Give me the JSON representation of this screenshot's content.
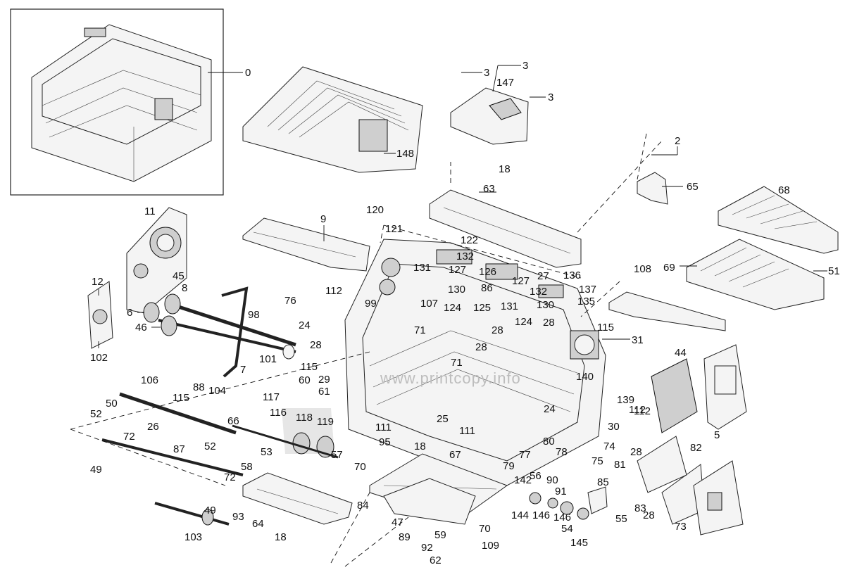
{
  "watermark": "www.printcopy.info",
  "labels": [
    "0",
    "3",
    "3",
    "3",
    "147",
    "148",
    "2",
    "65",
    "18",
    "63",
    "68",
    "69",
    "51",
    "11",
    "12",
    "45",
    "8",
    "6",
    "46",
    "102",
    "98",
    "9",
    "120",
    "121",
    "122",
    "131",
    "132",
    "127",
    "126",
    "27",
    "136",
    "127",
    "137",
    "132",
    "86",
    "130",
    "124",
    "125",
    "107",
    "135",
    "130",
    "131",
    "124",
    "28",
    "28",
    "71",
    "71",
    "28",
    "115",
    "31",
    "108",
    "44",
    "140",
    "139",
    "112",
    "24",
    "30",
    "112",
    "76",
    "99",
    "112",
    "24",
    "28",
    "101",
    "7",
    "115",
    "29",
    "60",
    "61",
    "106",
    "115",
    "88",
    "104",
    "117",
    "116",
    "118",
    "119",
    "57",
    "50",
    "52",
    "26",
    "66",
    "72",
    "53",
    "52",
    "72",
    "49",
    "87",
    "58",
    "49",
    "103",
    "93",
    "18",
    "64",
    "84",
    "70",
    "111",
    "95",
    "18",
    "111",
    "25",
    "67",
    "47",
    "59",
    "89",
    "92",
    "62",
    "109",
    "70",
    "142",
    "144",
    "146",
    "56",
    "90",
    "91",
    "146",
    "54",
    "145",
    "55",
    "77",
    "80",
    "78",
    "79",
    "74",
    "75",
    "81",
    "85",
    "28",
    "83",
    "28",
    "73",
    "82",
    "5"
  ]
}
